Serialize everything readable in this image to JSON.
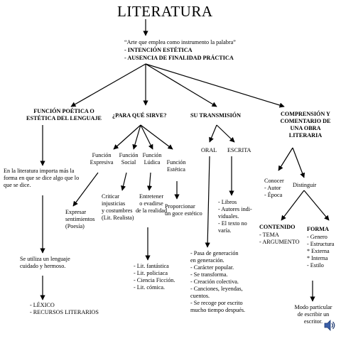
{
  "title": "LITERATURA",
  "intro": {
    "quote": "“Arte que emplea como instrumento la palabra”",
    "line1": "- INTENCIÓN ESTÉTICA",
    "line2": "- AUSENCIA DE FINALIDAD PRÁCTICA"
  },
  "col1": {
    "heading": "FUNCIÓN POÉTICA O\nESTÉTICA DEL LENGUAJE",
    "text1": "En la literatura importa más la\nforma en que se dice algo que lo\nque se dice.",
    "text2": "Se utiliza un lenguaje\ncuidado y hermoso.",
    "list": "- LÉXICO\n- RECURSOS LITERARIOS"
  },
  "col2": {
    "heading": "¿PARA QUÉ SIRVE?",
    "f1": "Función\nExpresiva",
    "f2": "Función\nSocial",
    "f3": "Función\nLúdica",
    "f4": "Función\nEstética",
    "d1": "Expresar\nsentimientos\n(Poesía)",
    "d2": "Criticar\ninjusticias\ny costumbres\n(Lit. Realista)",
    "d3": "Entretener\no evadirse\nde la realidad",
    "d4": "Proporcionar\nun goce estético",
    "list": "- Lit. fantástica\n- Lit. policiaca\n- Ciencia Ficción.\n- Lit. cómica."
  },
  "col3": {
    "heading": "SU TRANSMISIÓN",
    "oral": "ORAL",
    "escrita": "ESCRITA",
    "escrita_list": "- Libros\n- Autores indi-\nviduales.\n- El texto no\nvaría.",
    "oral_list": "- Pasa de generación\nen generación.\n- Carácter popular.\n- Se transforma.\n- Creación colectiva.\n- Canciones, leyendas,\ncuentos.\n- Se recoge por escrito\nmucho tiempo después."
  },
  "col4": {
    "heading": "COMPRENSIÓN Y\nCOMENTARIO DE\nUNA OBRA\nLITERARIA",
    "conocer": "Conocer\n- Autor\n- Época",
    "distinguir": "Distinguir",
    "contenido_title": "CONTENIDO",
    "contenido_list": "- TEMA\n- ARGUMENTO",
    "forma_title": "FORMA",
    "forma_list": "- Genero\n- Estructura\n* Externa\n* Interna\n- Estilo",
    "modo": "Modo particular\nde escribir un\nescritor."
  }
}
